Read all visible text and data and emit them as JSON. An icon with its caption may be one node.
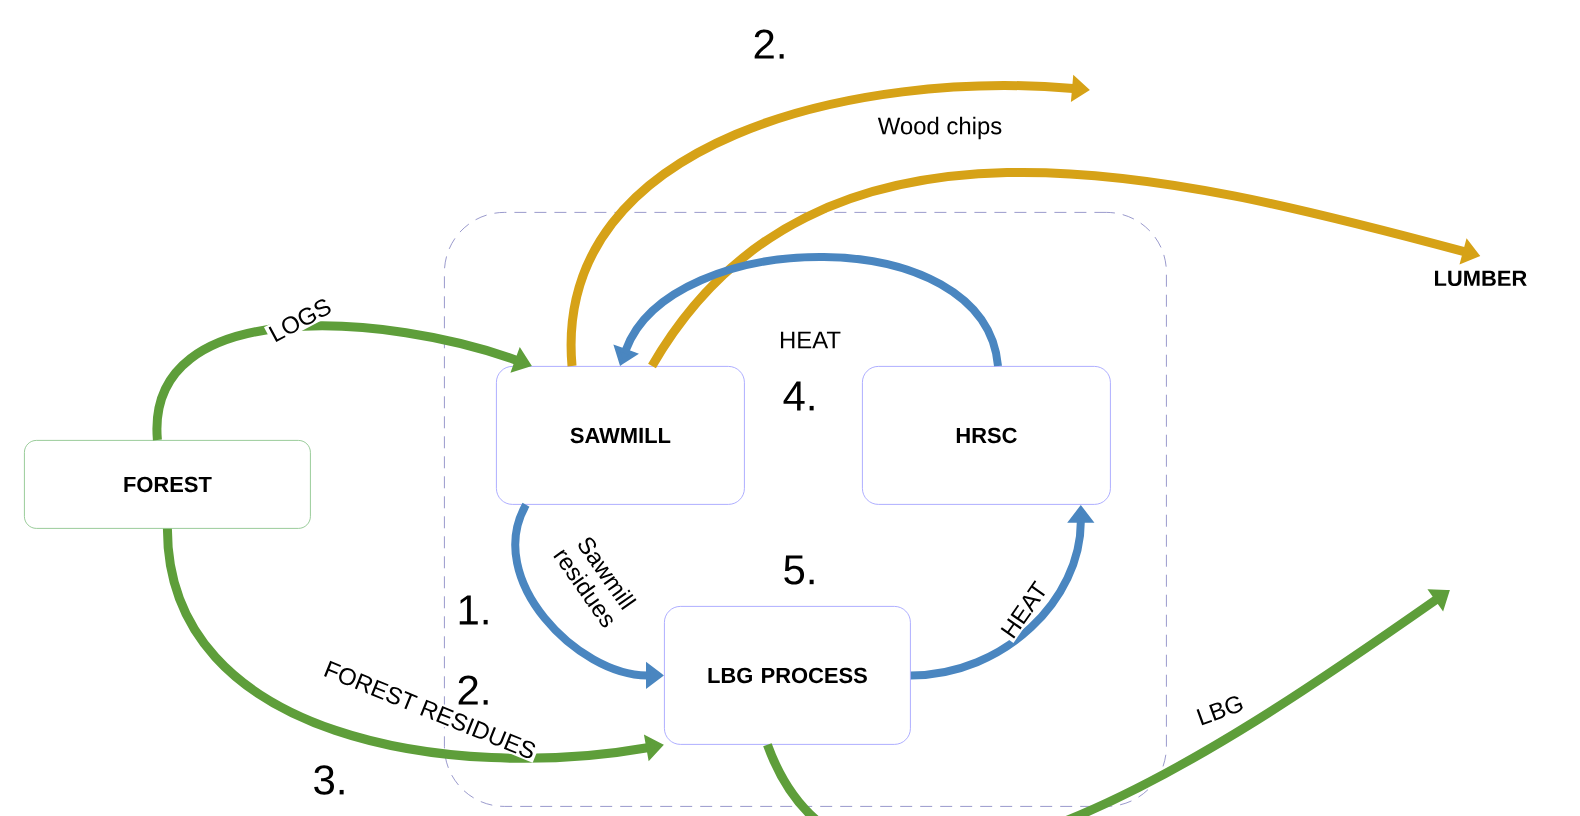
{
  "diagram": {
    "nodes": [
      {
        "text": [
          "FOREST"
        ]
      },
      {
        "text": [],
        "shape": "box"
      },
      {
        "text": [
          "SAWMILL"
        ],
        "in": 1
      },
      {
        "text": [
          "HRSC"
        ],
        "in": 1
      },
      {
        "text": [
          "LBG PROCESS"
        ],
        "in": 1
      },
      {
        "text": [
          "LUMBER"
        ]
      }
    ],
    "edges": [
      {
        "from": 0,
        "to": 2,
        "arrow": "to",
        "label": "LOGS",
        "color": "#5e9e3a"
      },
      {
        "from": 2,
        "to": null,
        "arrow": "to",
        "label": "Wood chips",
        "color": "#d6a217"
      },
      {
        "from": 2,
        "to": 5,
        "arrow": "to",
        "color": "#d6a217"
      },
      {
        "from": 3,
        "to": 2,
        "arrow": "to",
        "label": "HEAT",
        "color": "#4a86c0"
      },
      {
        "from": 2,
        "to": 4,
        "arrow": "to",
        "label": "Sawmill residues",
        "color": "#4a86c0"
      },
      {
        "from": 4,
        "to": 3,
        "arrow": "to",
        "label": "HEAT",
        "color": "#4a86c0"
      },
      {
        "from": 0,
        "to": 4,
        "arrow": "to",
        "label": "FOREST RESIDUES",
        "color": "#5e9e3a"
      },
      {
        "from": 4,
        "to": null,
        "arrow": "to",
        "label": "LBG",
        "color": "#5e9e3a"
      }
    ],
    "labels": [
      "2.",
      "4.",
      "5.",
      "1.",
      "2.",
      "3."
    ]
  }
}
